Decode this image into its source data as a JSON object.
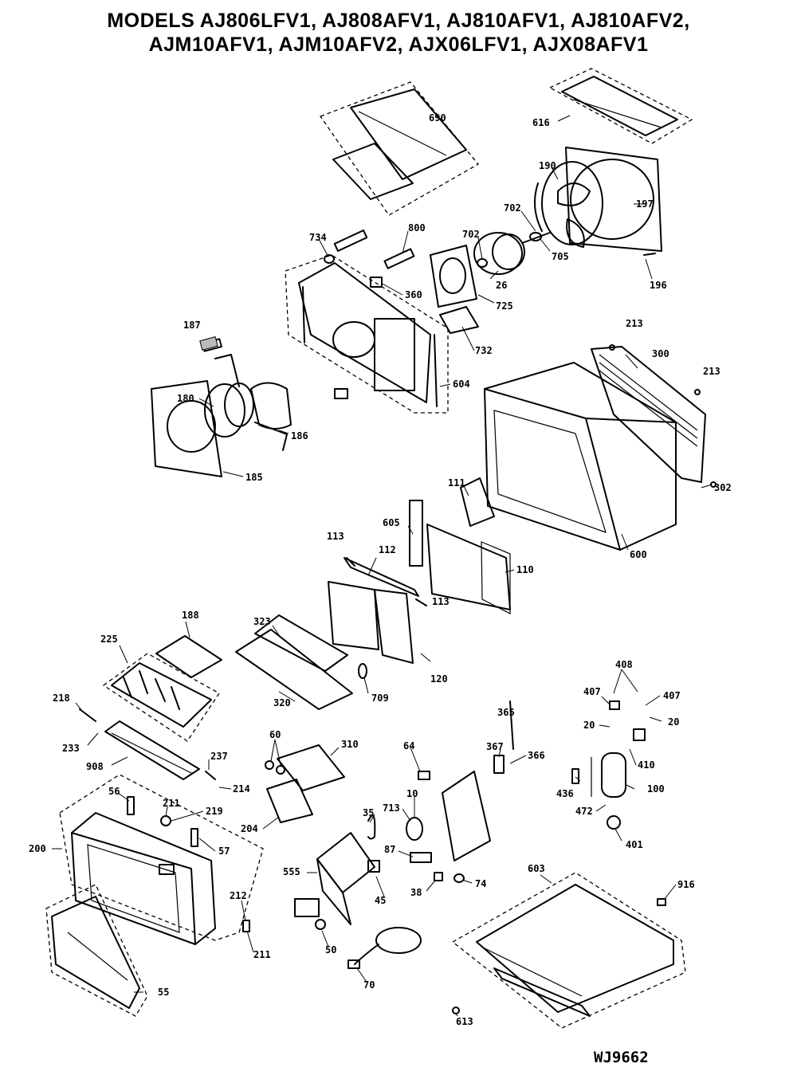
{
  "header": {
    "title_line_1": "MODELS AJ806LFV1, AJ808AFV1, AJ810AFV1, AJ810AFV2,",
    "title_line_2": "AJM10AFV1, AJM10AFV2, AJX06LFV1, AJX08AFV1"
  },
  "reference_code": "WJ9662",
  "parts": {
    "p690": "690",
    "p616": "616",
    "p190": "190",
    "p197": "197",
    "p702a": "702",
    "p702b": "702",
    "p705": "705",
    "p26": "26",
    "p196": "196",
    "p734": "734",
    "p800": "800",
    "p360": "360",
    "p725": "725",
    "p732": "732",
    "p187": "187",
    "p180": "180",
    "p604": "604",
    "p185": "185",
    "p186": "186",
    "p213a": "213",
    "p300": "300",
    "p213b": "213",
    "p302": "302",
    "p111": "111",
    "p605": "605",
    "p113a": "113",
    "p112": "112",
    "p110": "110",
    "p113b": "113",
    "p600": "600",
    "p323": "323",
    "p120": "120",
    "p188": "188",
    "p225": "225",
    "p320": "320",
    "p709": "709",
    "p218": "218",
    "p233": "233",
    "p908": "908",
    "p237": "237",
    "p214": "214",
    "p60": "60",
    "p310": "310",
    "p56": "56",
    "p211a": "211",
    "p219": "219",
    "p57": "57",
    "p204": "204",
    "p200": "200",
    "p212": "212",
    "p211b": "211",
    "p55": "55",
    "p365": "365",
    "p367": "367",
    "p366": "366",
    "p64": "64",
    "p10": "10",
    "p713": "713",
    "p35": "35",
    "p87": "87",
    "p38": "38",
    "p74": "74",
    "p555": "555",
    "p45": "45",
    "p50": "50",
    "p70": "70",
    "p408": "408",
    "p407a": "407",
    "p407b": "407",
    "p20a": "20",
    "p20b": "20",
    "p410": "410",
    "p436": "436",
    "p100": "100",
    "p472": "472",
    "p401": "401",
    "p603": "603",
    "p916": "916",
    "p613": "613"
  }
}
